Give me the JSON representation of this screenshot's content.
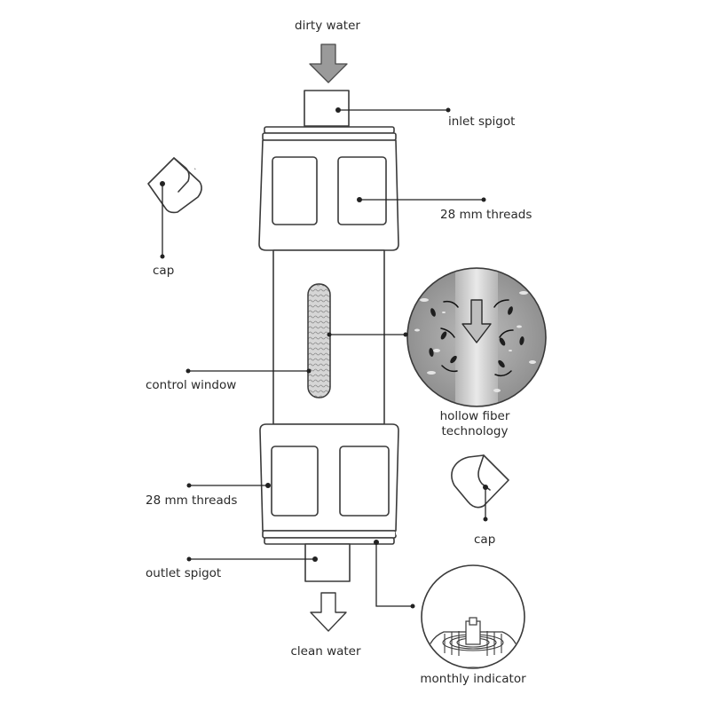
{
  "labels": {
    "dirty_water": "dirty water",
    "inlet_spigot": "inlet spigot",
    "threads_top": "28 mm threads",
    "cap_left": "cap",
    "control_window": "control window",
    "hollow_fiber_line1": "hollow fiber",
    "hollow_fiber_line2": "technology",
    "threads_bottom": "28 mm threads",
    "cap_right": "cap",
    "outlet_spigot": "outlet spigot",
    "clean_water": "clean water",
    "monthly_indicator": "monthly indicator"
  },
  "colors": {
    "ink": "#3a3a3a",
    "arrow_fill": "#9a9a9a",
    "magnifier_fill": "#a8a8a8",
    "background": "#ffffff"
  }
}
